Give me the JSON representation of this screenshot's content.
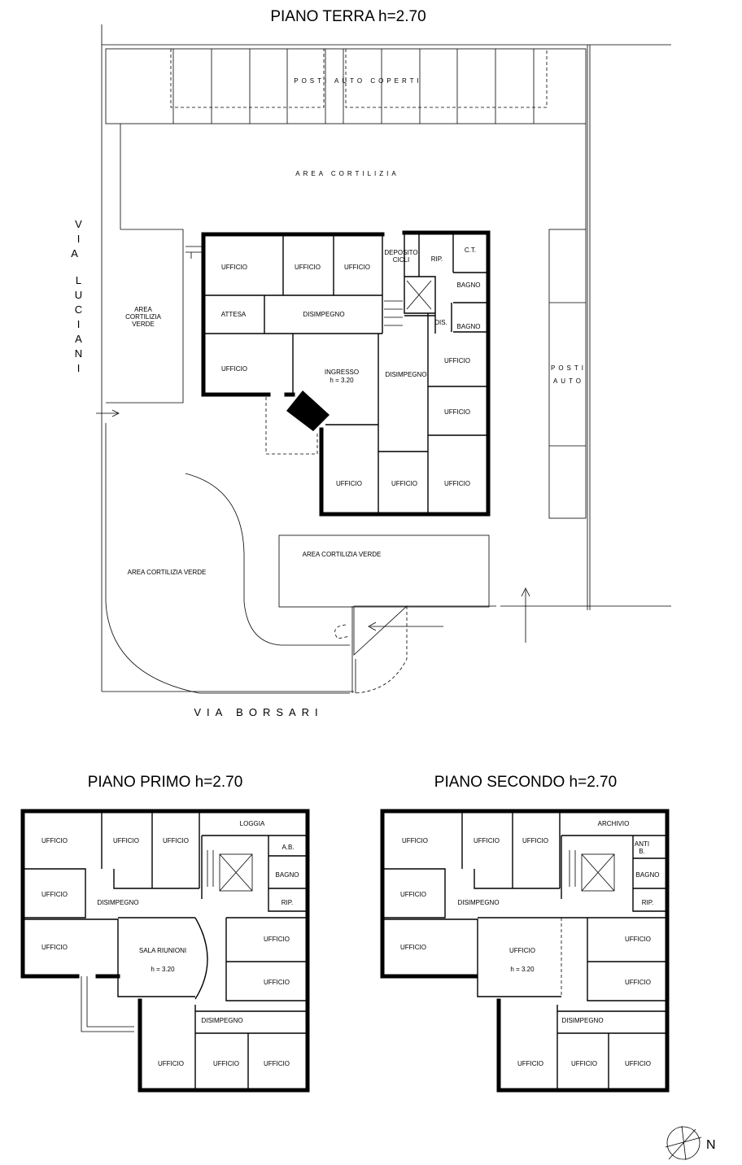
{
  "titles": {
    "ground": "PIANO TERRA h=2.70",
    "first": "PIANO PRIMO h=2.70",
    "second": "PIANO SECONDO h=2.70"
  },
  "streets": {
    "via_luciani": "VIA LUCIANI",
    "via_borsari": "VIA BORSARI"
  },
  "ground": {
    "posti_auto_coperti": "POSTI AUTO COPERTI",
    "area_cortilizia": "AREA CORTILIZIA",
    "area_cortilizia_verde_left": "AREA CORTILIZIA VERDE",
    "area_cortilizia_verde_bottom_left": "AREA CORTILIZIA VERDE",
    "area_cortilizia_verde_bottom": "AREA CORTILIZIA VERDE",
    "posti": "POSTI",
    "auto": "AUTO",
    "ufficio": "UFFICIO",
    "attesa": "ATTESA",
    "disimpegno": "DISIMPEGNO",
    "ingresso": "INGRESSO",
    "ingresso_height": "h = 3.20",
    "deposito": "DEPOSITO",
    "cicli": "CICLI",
    "rip": "RIP.",
    "ct": "C.T.",
    "bagno": "BAGNO",
    "dis": "DIS."
  },
  "first": {
    "ufficio": "UFFICIO",
    "loggia": "LOGGIA",
    "ab": "A.B.",
    "bagno": "BAGNO",
    "rip": "RIP.",
    "disimpegno": "DISIMPEGNO",
    "sala_riunioni": "SALA RIUNIONI",
    "sala_height": "h = 3.20"
  },
  "second": {
    "ufficio": "UFFICIO",
    "archivio": "ARCHIVIO",
    "anti": "ANTI",
    "anti_b": "B.",
    "bagno": "BAGNO",
    "rip": "RIP.",
    "disimpegno": "DISIMPEGNO",
    "ufficio_height": "h = 3.20"
  },
  "north": "N"
}
